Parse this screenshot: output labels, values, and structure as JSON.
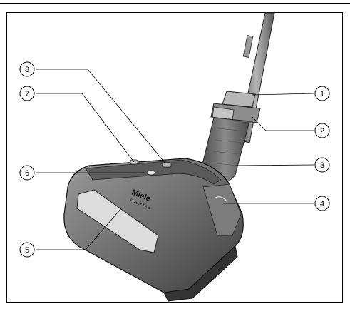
{
  "page": {
    "title": "",
    "brand_text": "Miele",
    "model_text": "Power Plus"
  },
  "callouts": [
    {
      "number": "1"
    },
    {
      "number": "2"
    },
    {
      "number": "3"
    },
    {
      "number": "4"
    },
    {
      "number": "5"
    },
    {
      "number": "6"
    },
    {
      "number": "7"
    },
    {
      "number": "8"
    }
  ],
  "colors": {
    "line": "#000000",
    "body_dark": "#4a4a4a",
    "body_mid": "#7a7a7a",
    "body_light": "#a8a8a8",
    "window": "#d9d9d9",
    "tube": "#8e8e8e"
  }
}
